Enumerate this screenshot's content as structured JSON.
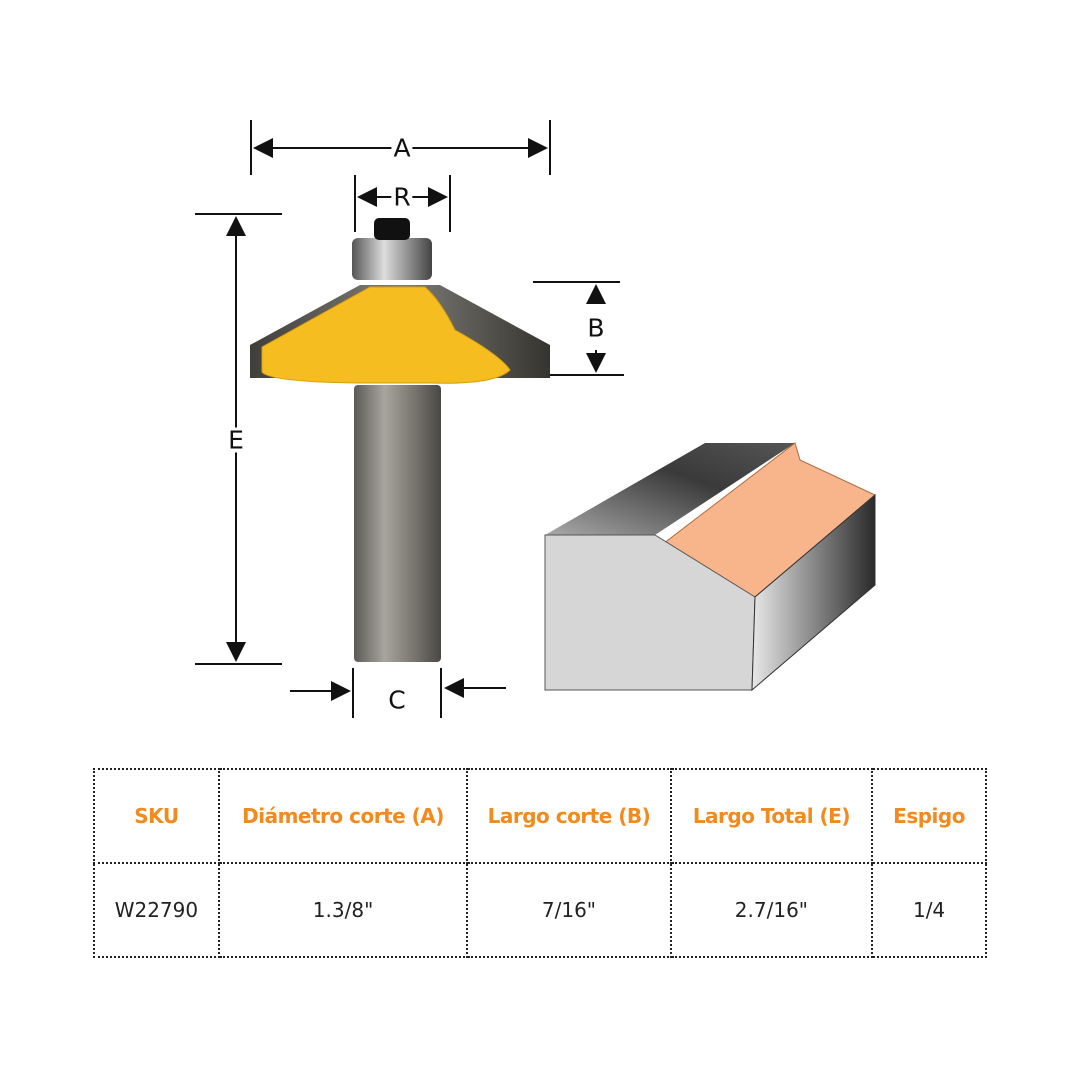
{
  "dimensions": {
    "a": "A",
    "r": "R",
    "b": "B",
    "e": "E",
    "c": "C"
  },
  "table": {
    "headers": [
      "SKU",
      "Diámetro corte (A)",
      "Largo corte (B)",
      "Largo Total (E)",
      "Espigo"
    ],
    "rows": [
      [
        "W22790",
        "1.3/8\"",
        "7/16\"",
        "2.7/16\"",
        "1/4"
      ]
    ]
  },
  "colors": {
    "header": "#f28a1e",
    "body_yellow": "#f5bd1f",
    "profile": "#f8b48a"
  }
}
